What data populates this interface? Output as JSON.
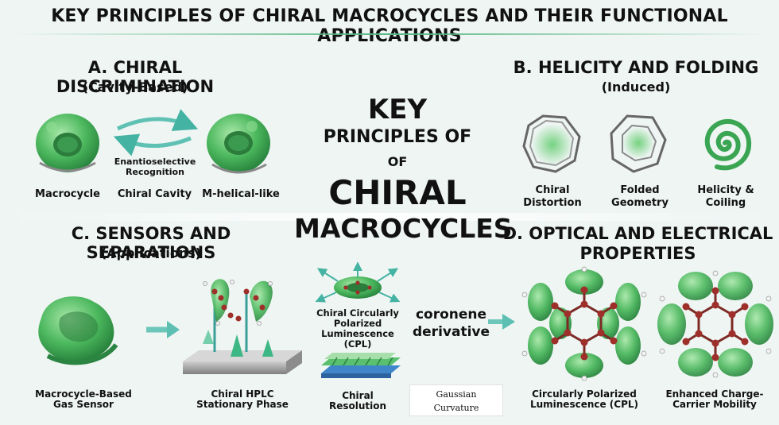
{
  "header": {
    "title": "KEY PRINCIPLES OF CHIRAL MACROCYCLES AND THEIR FUNCTIONAL APPLICATIONS"
  },
  "center": {
    "line1": "KEY",
    "line2": "PRINCIPLES OF",
    "line3": "OF",
    "line4": "CHIRAL",
    "line5": "MACROCYCLES"
  },
  "section_a": {
    "title": "A. CHIRAL DISCRIMINATION",
    "subtitle": "(Cavity-Based)",
    "arrow_label": "Enantioselective Recognition",
    "labels": [
      "Macrocycle",
      "Chiral Cavity",
      "M-helical-like"
    ]
  },
  "section_b": {
    "title": "B. HELICITY AND FOLDING",
    "subtitle": "(Induced)",
    "labels": [
      "Chiral Distortion",
      "Folded Geometry",
      "Helicity & Coiling"
    ]
  },
  "section_c": {
    "title": "C. SENSORS AND SEPARATIONS",
    "subtitle": "(Applications)",
    "labels": [
      "Macrocycle-Based Gas Sensor",
      "Chiral HPLC Stationary Phase",
      "Chiral Circularly Polarized Luminescence (CPL)",
      "Chiral Resolution"
    ],
    "side_note": "coronene derivative",
    "box_note_1": "Gaussian",
    "box_note_2": "Curvature"
  },
  "section_d": {
    "title_1": "D. OPTICAL AND ELECTRICAL",
    "title_2": "PROPERTIES",
    "labels": [
      "Circularly Polarized Luminescence (CPL)",
      "Enhanced Charge-Carrier Mobility"
    ]
  },
  "colors": {
    "green": "#43b05c",
    "dark_green": "#2e8b45",
    "teal": "#48b8a8",
    "atom_red": "#9e2f2a"
  }
}
